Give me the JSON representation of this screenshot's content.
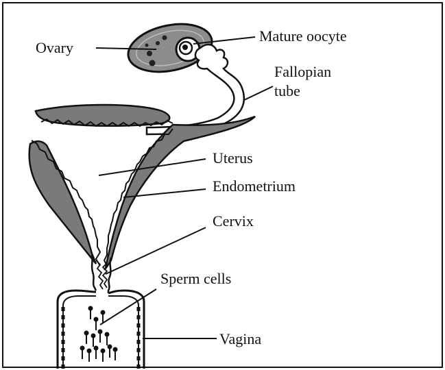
{
  "diagram": {
    "labels": {
      "ovary": "Ovary",
      "mature_oocyte": "Mature oocyte",
      "fallopian_tube_line1": "Fallopian",
      "fallopian_tube_line2": "tube",
      "uterus": "Uterus",
      "endometrium": "Endometrium",
      "cervix": "Cervix",
      "sperm_cells": "Sperm cells",
      "vagina": "Vagina"
    },
    "colors": {
      "tissue_gray": "#7a7a7a",
      "ovary_gray": "#8c8c8c",
      "outline": "#111111",
      "background": "#ffffff"
    }
  }
}
